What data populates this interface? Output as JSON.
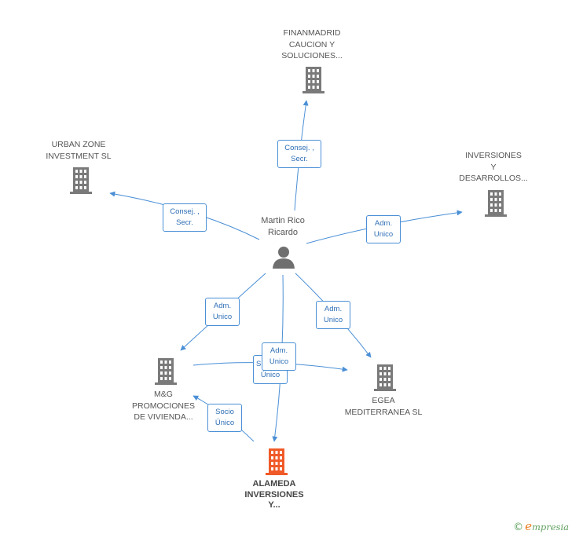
{
  "colors": {
    "edge": "#4a8fd6",
    "building": "#7a7a7a",
    "building_main": "#f05a28",
    "person": "#6f6f6f"
  },
  "person": {
    "name_lines": [
      "Martin Rico",
      "Ricardo"
    ],
    "icon": "person-icon"
  },
  "companies": [
    {
      "id": "finanmadrid",
      "lines": [
        "FINANMADRID",
        "CAUCION Y",
        "SOLUCIONES..."
      ],
      "icon": "building-icon"
    },
    {
      "id": "urban-zone",
      "lines": [
        "URBAN ZONE",
        "INVESTMENT SL"
      ],
      "icon": "building-icon"
    },
    {
      "id": "inversiones-desarrollos",
      "lines": [
        "INVERSIONES",
        "Y",
        "DESARROLLOS..."
      ],
      "icon": "building-icon"
    },
    {
      "id": "mg-promociones",
      "lines": [
        "M&G",
        "PROMOCIONES",
        "DE VIVIENDA..."
      ],
      "icon": "building-icon"
    },
    {
      "id": "egea",
      "lines": [
        "EGEA",
        "MEDITERRANEA SL"
      ],
      "icon": "building-icon"
    },
    {
      "id": "alameda",
      "lines": [
        "ALAMEDA",
        "INVERSIONES",
        "Y..."
      ],
      "icon": "building-icon",
      "highlight": true
    }
  ],
  "roles": [
    {
      "id": "r-finanmadrid",
      "lines": [
        "Consej. ,",
        "Secr."
      ]
    },
    {
      "id": "r-urban",
      "lines": [
        "Consej. ,",
        "Secr."
      ]
    },
    {
      "id": "r-inversiones",
      "lines": [
        "Adm.",
        "Unico"
      ]
    },
    {
      "id": "r-mg",
      "lines": [
        "Adm.",
        "Unico"
      ]
    },
    {
      "id": "r-egea",
      "lines": [
        "Adm.",
        "Unico"
      ]
    },
    {
      "id": "r-socio-back",
      "lines": [
        "S",
        "Único"
      ]
    },
    {
      "id": "r-alameda",
      "lines": [
        "Adm.",
        "Unico"
      ]
    },
    {
      "id": "r-socio-unico",
      "lines": [
        "Socio",
        "Único"
      ]
    }
  ],
  "brand": {
    "copyright": "©",
    "e": "e",
    "rest": "mpresia"
  }
}
